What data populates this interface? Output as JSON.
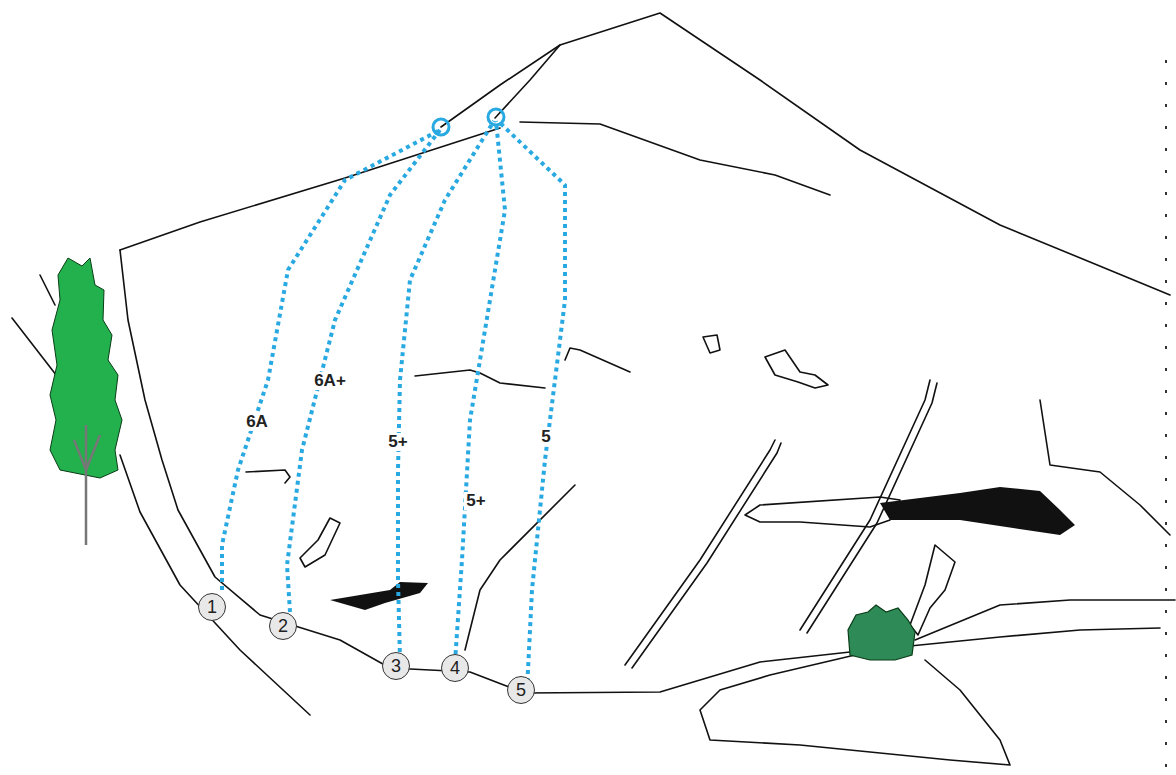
{
  "diagram": {
    "nodes": [
      {
        "text": [
          "1"
        ]
      },
      {
        "text": [
          "2"
        ]
      },
      {
        "text": [
          "3"
        ]
      },
      {
        "text": [
          "4"
        ]
      },
      {
        "text": [
          "5"
        ]
      }
    ],
    "labels": [
      "6A",
      "6A+",
      "5+",
      "5+",
      "5"
    ]
  }
}
